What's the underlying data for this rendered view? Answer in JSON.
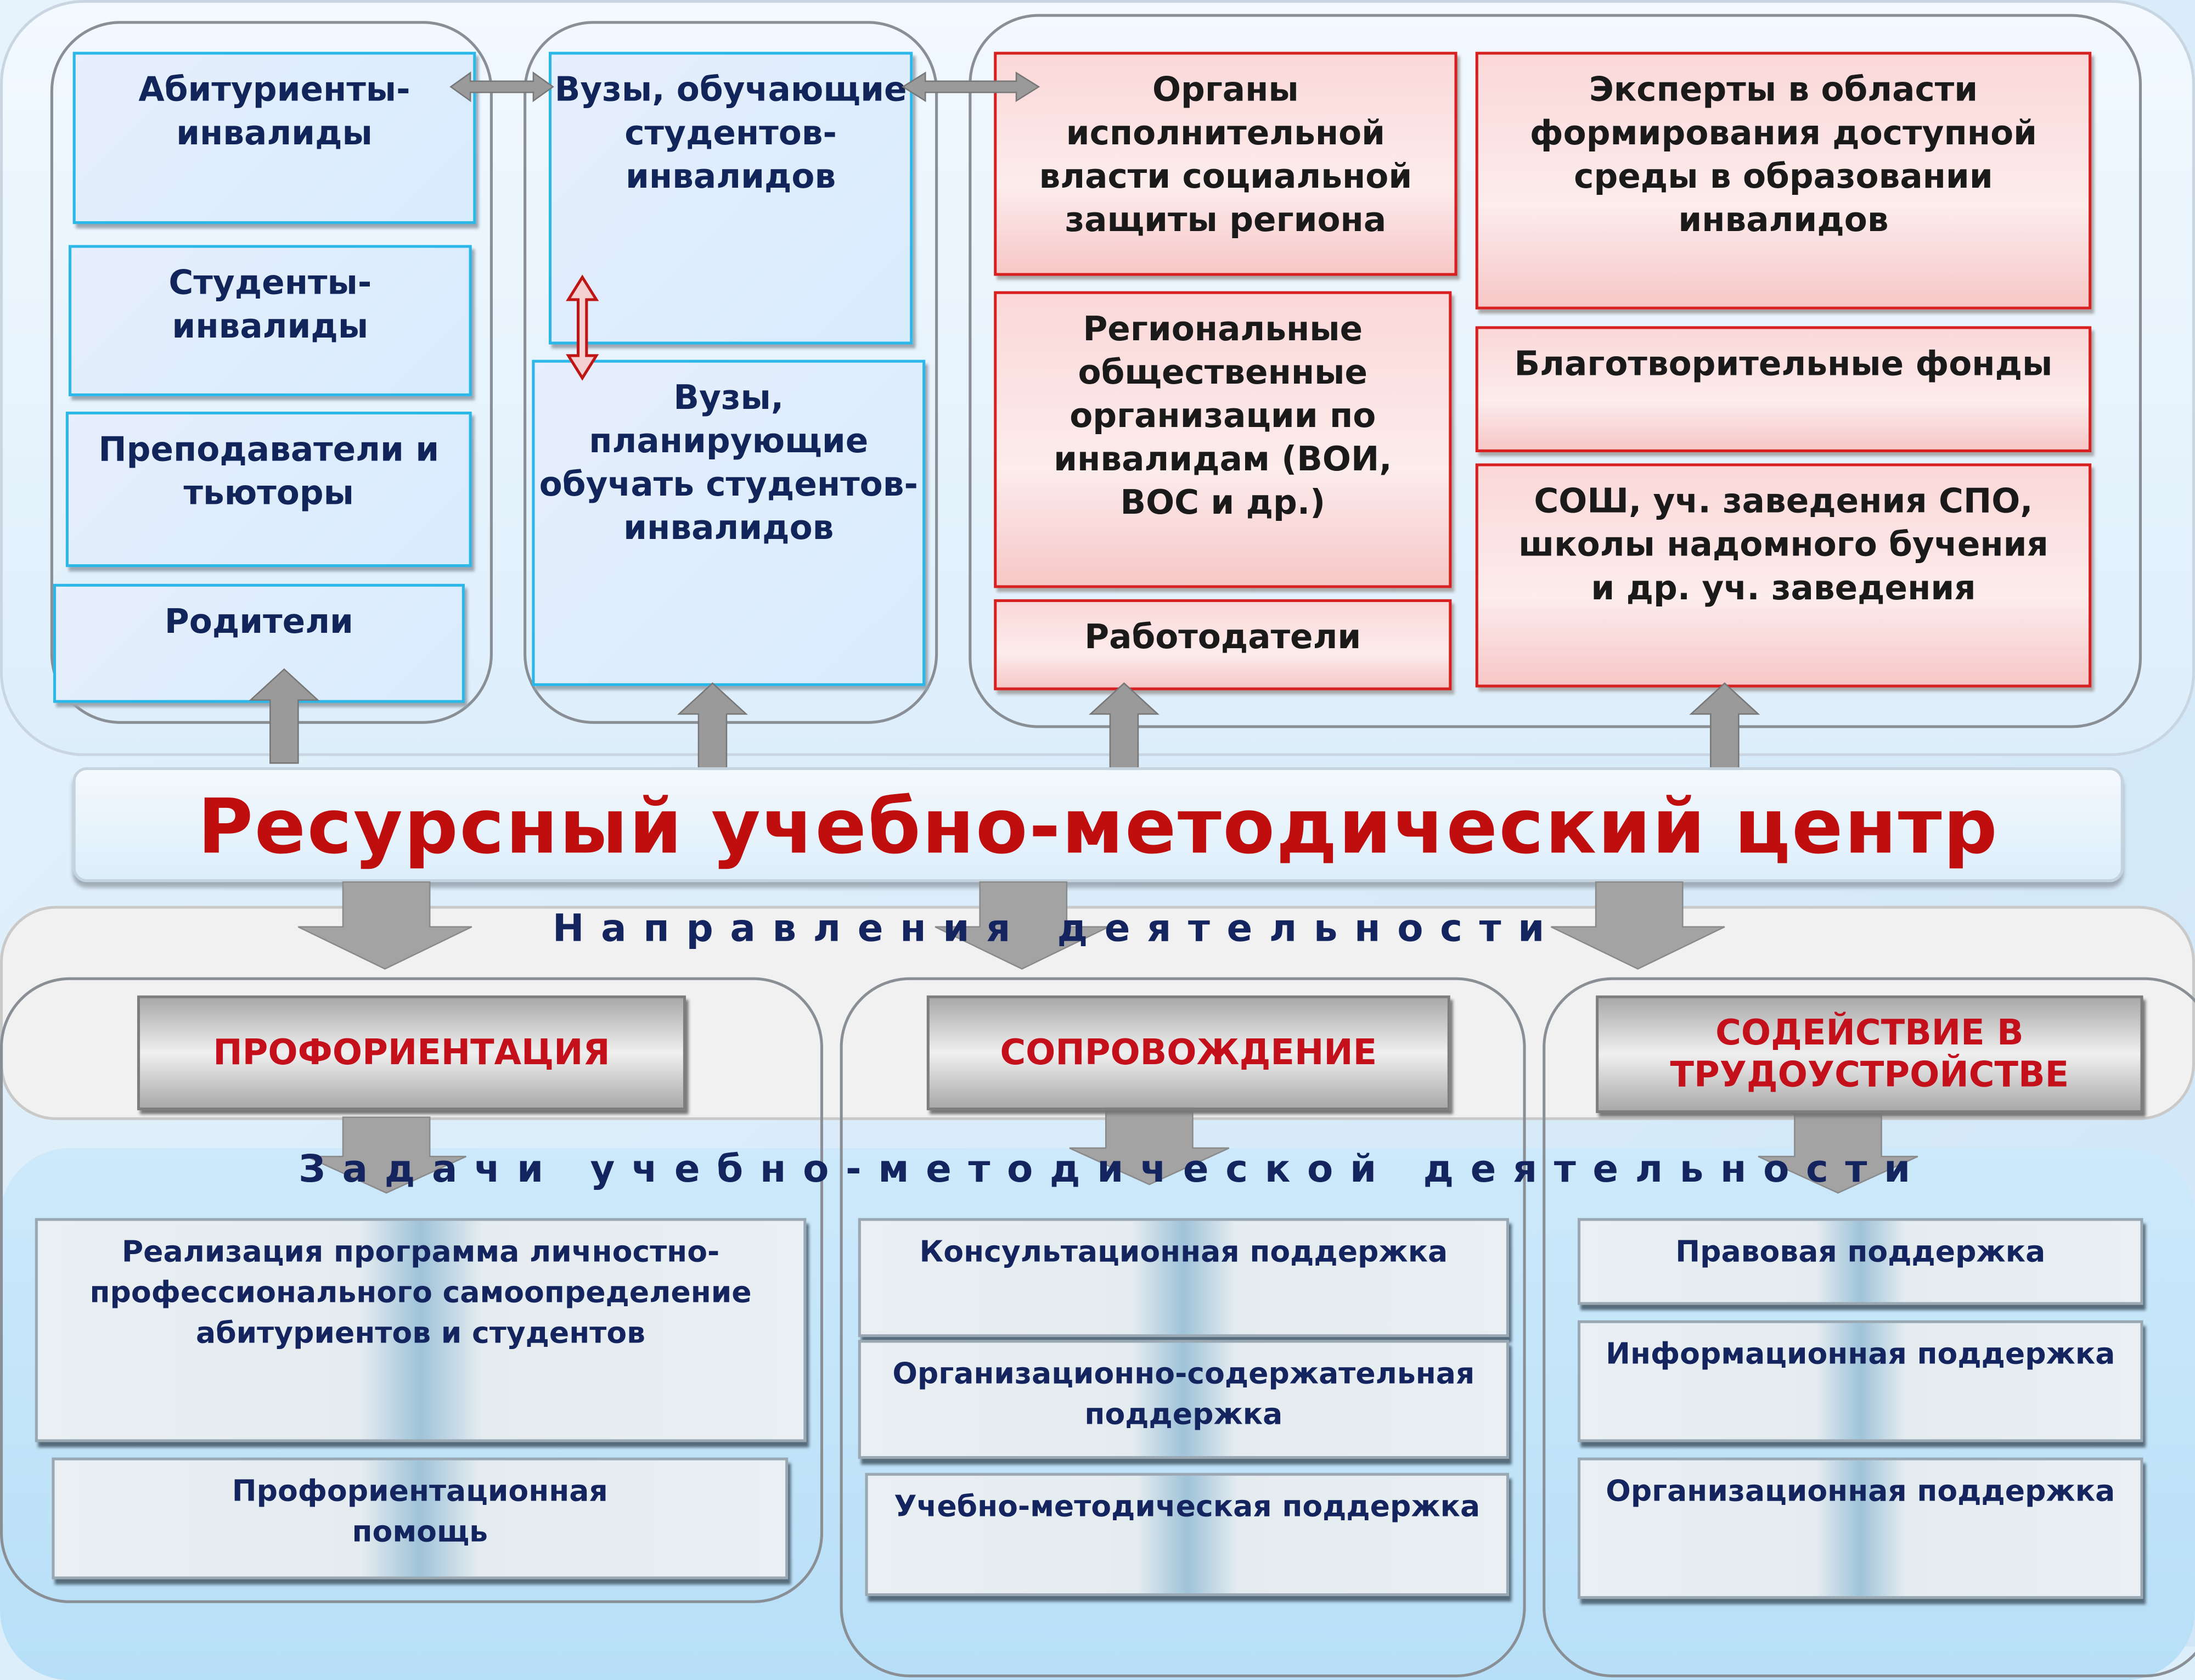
{
  "title": "Ресурсный учебно-методический центр",
  "participants": {
    "left": [
      "Абитуриенты-инвалиды",
      "Студенты-инвалиды",
      "Преподаватели и тьюторы",
      "Родители"
    ],
    "middle": [
      "Вузы, обучающие студентов-инвалидов",
      "Вузы, планирующие обучать студентов-инвалидов"
    ],
    "right": [
      "Органы исполнительной власти социальной защиты региона",
      "Эксперты в области формирования доступной среды в образовании инвалидов",
      "Региональные общественные организации по инвалидам (ВОИ, ВОС и др.)",
      "Благотворительные фонды",
      "СОШ, уч. заведения СПО, школы надомного бучения и др. уч. заведения",
      "Работодатели"
    ]
  },
  "directions_heading": "Направления деятельности",
  "directions": [
    "ПРОФОРИЕНТАЦИЯ",
    "СОПРОВОЖДЕНИЕ",
    "СОДЕЙСТВИЕ В ТРУДОУСТРОЙСТВЕ"
  ],
  "tasks_heading": "Задачи учебно-методической деятельности",
  "tasks": {
    "career": [
      "Реализация программа личностно-профессионального самоопределение абитуриентов и студентов",
      "Профориентационная помощь"
    ],
    "support": [
      "Консультационная поддержка",
      "Организационно-содержательная поддержка",
      "Учебно-методическая поддержка"
    ],
    "employment": [
      "Правовая поддержка",
      "Информационная поддержка",
      "Организационная поддержка"
    ]
  },
  "colors": {
    "title": "#c00e0e",
    "heading": "#14245e",
    "red_border": "#d92020",
    "blue_border": "#2bb8e8"
  }
}
